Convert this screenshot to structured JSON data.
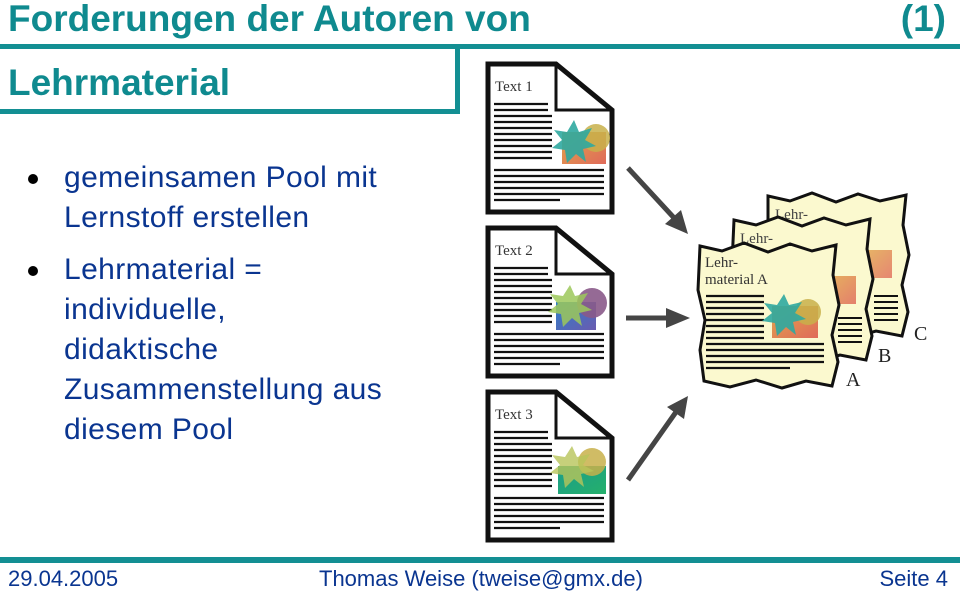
{
  "slide": {
    "title_line1": "Forderungen der Autoren von",
    "title_line2": "Lehrmaterial",
    "title_number": "(1)",
    "bullets": [
      {
        "lines": [
          "gemeinsamen Pool mit",
          "Lernstoff erstellen"
        ]
      },
      {
        "lines": [
          "Lehrmaterial =",
          "individuelle,",
          "didaktische",
          "Zusammenstellung aus",
          "diesem Pool"
        ]
      }
    ]
  },
  "figure": {
    "sources": [
      "Text 1",
      "Text 2",
      "Text 3"
    ],
    "stack": {
      "back_label": "Lehr-",
      "middle_label": "Lehr-",
      "front_label_line1": "Lehr-",
      "front_label_line2": "material A",
      "letters": [
        "A",
        "B",
        "C"
      ]
    }
  },
  "footer": {
    "date": "29.04.2005",
    "author": "Thomas Weise (tweise@gmx.de)",
    "page": "Seite 4"
  },
  "colors": {
    "accent": "#138f93",
    "text": "#0a3590",
    "paper_yellow": "#fbf9cf",
    "arrow": "#454545"
  }
}
